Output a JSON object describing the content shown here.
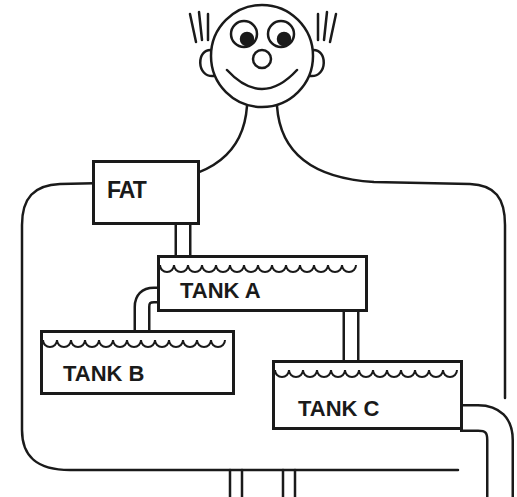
{
  "diagram": {
    "nodes": [
      {
        "text": [
          "FAT"
        ]
      },
      {
        "text": [
          "TANK A"
        ]
      },
      {
        "text": [
          "TANK B"
        ]
      },
      {
        "text": [
          "TANK C"
        ]
      }
    ],
    "edges": [
      {
        "from": 0,
        "to": 1,
        "arrow": "none"
      },
      {
        "from": 1,
        "to": 2,
        "arrow": "none"
      },
      {
        "from": 1,
        "to": 3,
        "arrow": "none"
      }
    ]
  }
}
